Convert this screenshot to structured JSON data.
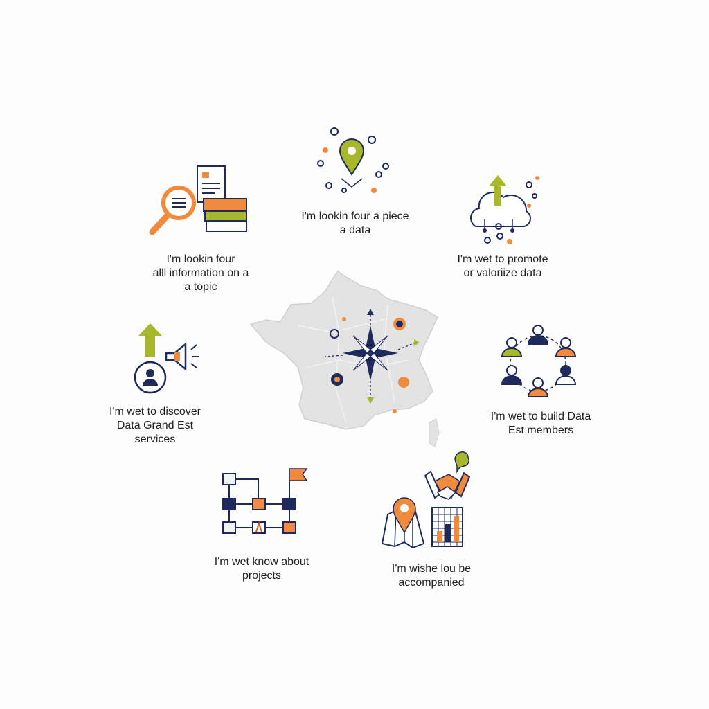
{
  "colors": {
    "navy": "#1f2a5c",
    "orange": "#f08a3c",
    "olive": "#a8b82a",
    "map": "#e3e3e3"
  },
  "center": {
    "icon": "france-map-with-compass-icon"
  },
  "items": [
    {
      "icon": "magnifier-books-icon",
      "lines": [
        "I'm lookin four",
        "alll information on a",
        "a topic"
      ]
    },
    {
      "icon": "map-pin-icon",
      "lines": [
        "I'm lookin four a piece",
        "a data"
      ]
    },
    {
      "icon": "cloud-upload-icon",
      "lines": [
        "I'm wet to promote",
        "or valoriize data"
      ]
    },
    {
      "icon": "megaphone-user-icon",
      "lines": [
        "I'm wet to discover",
        "Data Grand Est",
        "services"
      ]
    },
    {
      "icon": "community-circle-icon",
      "lines": [
        "I'm wet to build Data",
        "Est members"
      ]
    },
    {
      "icon": "project-flow-icon",
      "lines": [
        "I'm wet know about",
        "projects"
      ]
    },
    {
      "icon": "handshake-map-chart-icon",
      "lines": [
        "I'm wishe lou be",
        "accompanied"
      ]
    }
  ]
}
